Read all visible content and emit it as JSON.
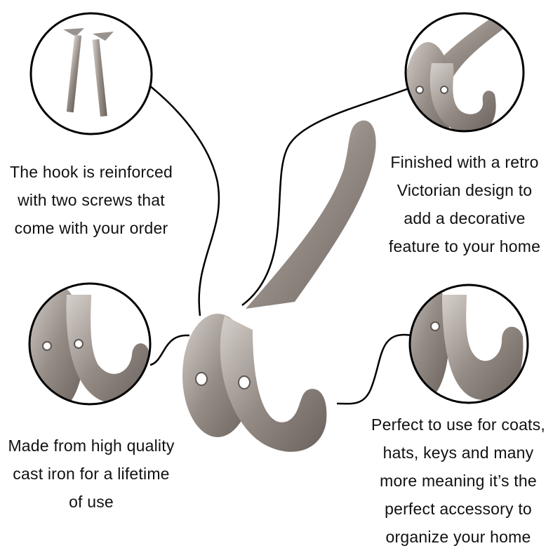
{
  "features": [
    {
      "id": "screws",
      "lines": [
        "The hook is reinforced",
        "with two screws that",
        "come with your order"
      ]
    },
    {
      "id": "design",
      "lines": [
        "Finished with a retro",
        "Victorian design to",
        "add a decorative",
        "feature to your home"
      ]
    },
    {
      "id": "material",
      "lines": [
        "Made from high quality",
        "cast iron for a lifetime",
        "of use"
      ]
    },
    {
      "id": "usage",
      "lines": [
        "Perfect to use for coats,",
        "hats, keys and many",
        "more meaning it’s the",
        "perfect accessory to",
        "organize your home"
      ]
    }
  ],
  "colors": {
    "metal": "#8f8782",
    "metal_light": "#c9c3be",
    "metal_dark": "#5e5652",
    "line": "#000000"
  }
}
